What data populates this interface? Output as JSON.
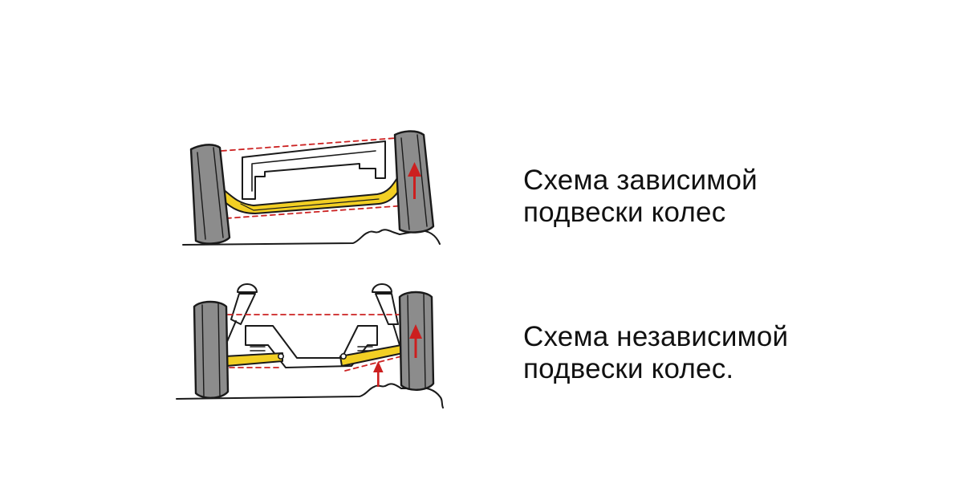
{
  "captions": {
    "dependent": {
      "line1": "Схема зависимой",
      "line2": "подвески колес"
    },
    "independent": {
      "line1": "Схема независимой",
      "line2": "подвески колес."
    }
  },
  "colors": {
    "tire": "#8c8c8c",
    "axle": "#f2cf24",
    "dashed_guide": "#cc2222",
    "arrow": "#cc1f1f",
    "outline": "#1a1a1a"
  },
  "icons": [
    "wheel-icon",
    "axle-icon",
    "arrow-up-icon",
    "shock-absorber-icon",
    "spring-icon"
  ]
}
